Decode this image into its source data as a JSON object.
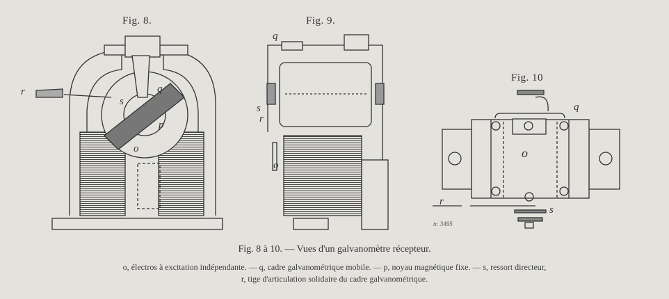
{
  "figures": {
    "fig8": {
      "title": "Fig. 8.",
      "labels": {
        "r": "r",
        "s": "s",
        "q": "q",
        "p": "p",
        "o": "o"
      }
    },
    "fig9": {
      "title": "Fig. 9.",
      "labels": {
        "q": "q",
        "s": "s",
        "r": "r",
        "o": "o"
      }
    },
    "fig10": {
      "title": "Fig. 10",
      "labels": {
        "q": "q",
        "o": "o",
        "r": "r",
        "s": "s"
      },
      "plate_number": "n: 3495"
    }
  },
  "caption": "Fig. 8 à 10. — Vues d'un galvanomètre récepteur.",
  "legend": {
    "line1": "o, électros à excitation indépendante. — q, cadre galvanométrique mobile. — p, noyau magnétique fixe. — s, ressort directeur,",
    "line2": "r, tige d'articulation solidaire du cadre galvanométrique."
  }
}
